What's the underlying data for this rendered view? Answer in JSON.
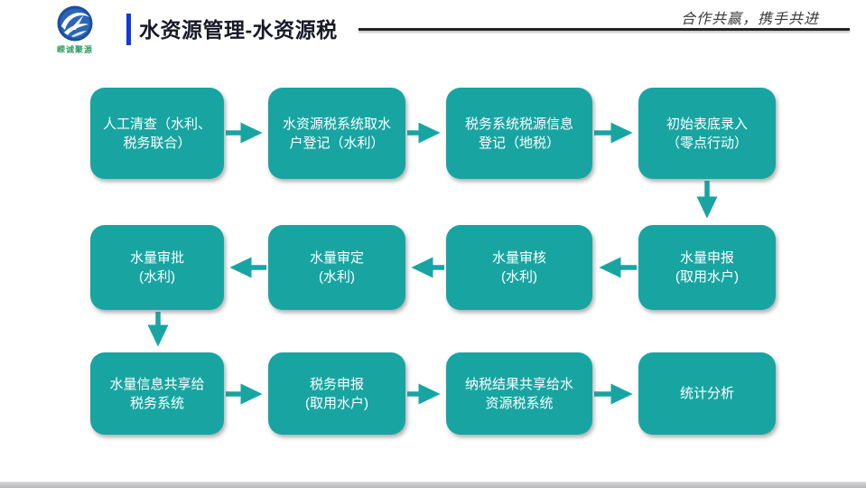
{
  "header": {
    "title": "水资源管理-水资源税",
    "slogan": "合作共赢，携手共进",
    "logo_text": "嵘诚聚源"
  },
  "colors": {
    "box_fill": "#18a5a2",
    "arrow": "#18a5a2",
    "accent_blue": "#1238d8",
    "title_text": "#161a26",
    "logo_green": "#2f9e63",
    "header_rule": "#232323",
    "bottom_bar": "#c4c4c8"
  },
  "flowchart": {
    "layout": "3 rows x 4 columns, S-shaped flow (row1 left-to-right, row2 right-to-left, row3 left-to-right)",
    "boxes": [
      {
        "id": "r1c1",
        "label": "人工清查（水利、\n税务联合）"
      },
      {
        "id": "r1c2",
        "label": "水资源税系统取水\n户登记（水利）"
      },
      {
        "id": "r1c3",
        "label": "税务系统税源信息\n登记（地税）"
      },
      {
        "id": "r1c4",
        "label": "初始表底录入\n（零点行动）"
      },
      {
        "id": "r2c4",
        "label": "水量申报\n(取用水户)"
      },
      {
        "id": "r2c3",
        "label": "水量审核\n(水利)"
      },
      {
        "id": "r2c2",
        "label": "水量审定\n(水利)"
      },
      {
        "id": "r2c1",
        "label": "水量审批\n(水利)"
      },
      {
        "id": "r3c1",
        "label": "水量信息共享给\n税务系统"
      },
      {
        "id": "r3c2",
        "label": "税务申报\n(取用水户)"
      },
      {
        "id": "r3c3",
        "label": "纳税结果共享给水\n资源税系统"
      },
      {
        "id": "r3c4",
        "label": "统计分析"
      }
    ],
    "connections": [
      "r1c1 → r1c2",
      "r1c2 → r1c3",
      "r1c3 → r1c4",
      "r1c4 ↓ r2c4",
      "r2c4 → r2c3",
      "r2c3 → r2c2",
      "r2c2 → r2c1",
      "r2c1 ↓ r3c1",
      "r3c1 → r3c2",
      "r3c2 → r3c3",
      "r3c3 → r3c4"
    ]
  }
}
